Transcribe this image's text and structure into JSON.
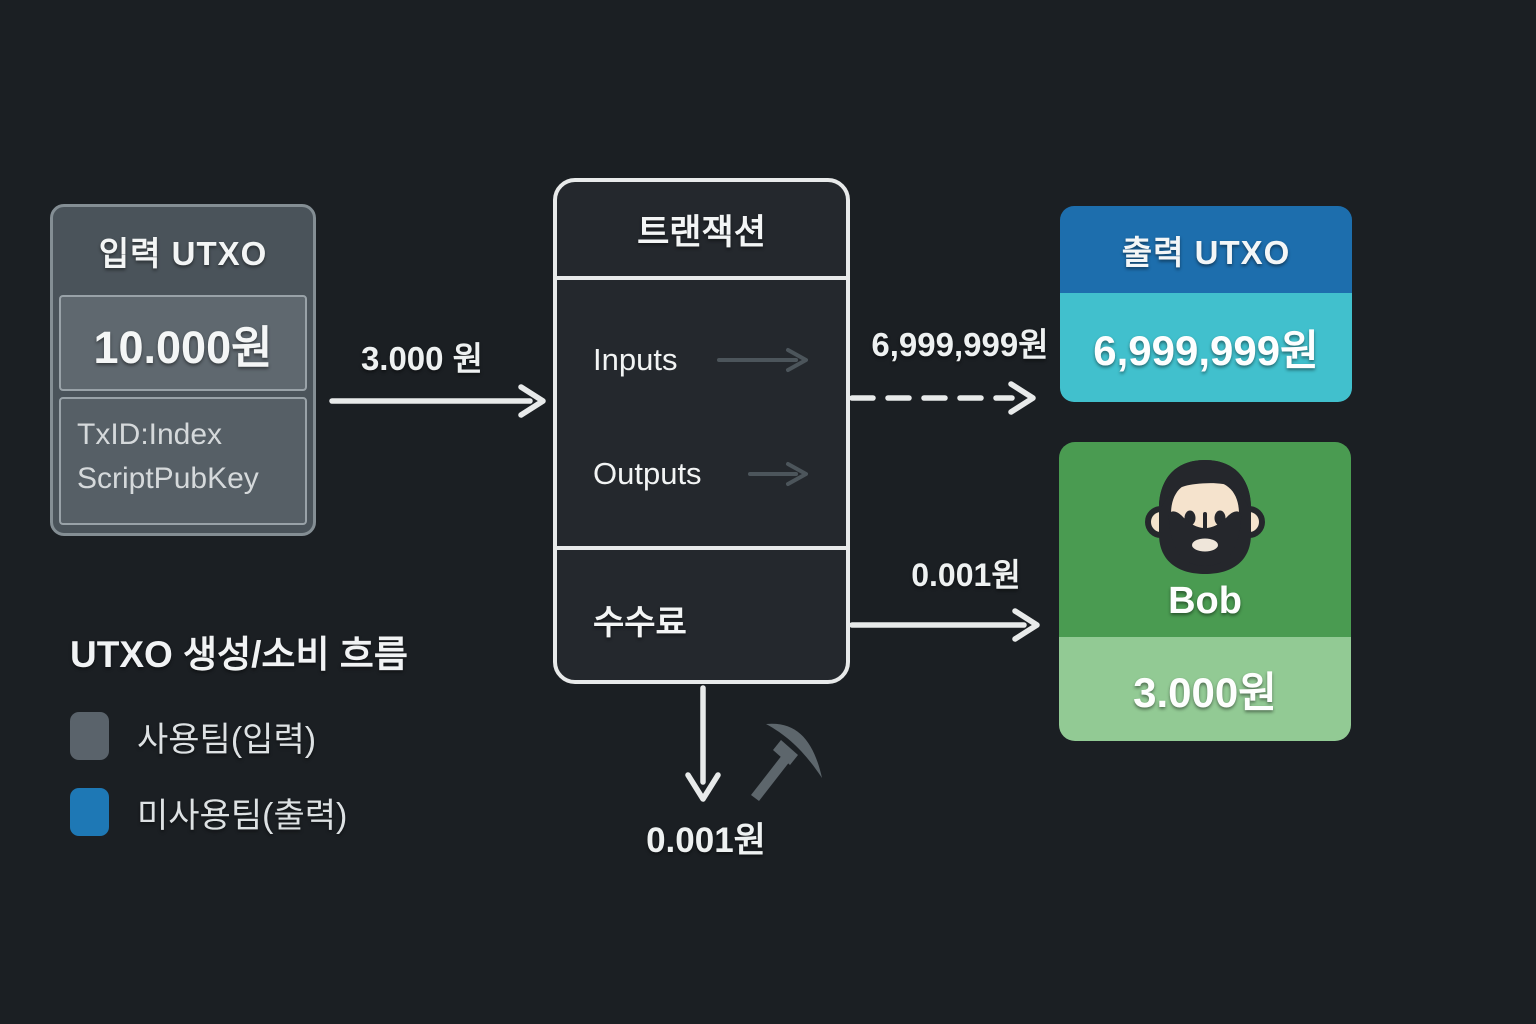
{
  "input_utxo": {
    "title": "입력 UTXO",
    "amount": "10.000원",
    "details": [
      "TxID:Index",
      "ScriptPubKey"
    ]
  },
  "transaction": {
    "title": "트랜잭션",
    "inputs_label": "Inputs",
    "outputs_label": "Outputs",
    "fee_label": "수수료"
  },
  "output_utxo": {
    "title": "출력 UTXO",
    "amount": "6,999,999원"
  },
  "bob": {
    "name": "Bob",
    "amount": "3.000원"
  },
  "flows": {
    "input_to_tx": "3.000 원",
    "tx_to_output": "6,999,999원",
    "tx_to_bob": "0.001원",
    "fee_down": "0.001원"
  },
  "legend": {
    "title": "UTXO 생성/소비 흐름",
    "items": [
      {
        "label": "사용팀(입력)",
        "color": "#5a636b"
      },
      {
        "label": "미사용팀(출력)",
        "color": "#1e78b5"
      }
    ]
  },
  "icons": {
    "fee": "pickaxe-icon",
    "bob": "bearded-man-avatar"
  },
  "colors": {
    "background": "#1b1f23",
    "input_box_bg": "#4a535a",
    "input_amount_bg": "#5f686f",
    "input_details_bg": "#565f66",
    "transaction_bg": "#24282d",
    "transaction_border": "#e8eaea",
    "output_header_bg": "#1d6ead",
    "output_value_bg": "#41c0cd",
    "bob_top_bg": "#4a9b51",
    "bob_bottom_bg": "#92ca94",
    "arrow": "#e8eaea",
    "inner_arrow": "#4c555b",
    "pickaxe": "#5d666c"
  }
}
